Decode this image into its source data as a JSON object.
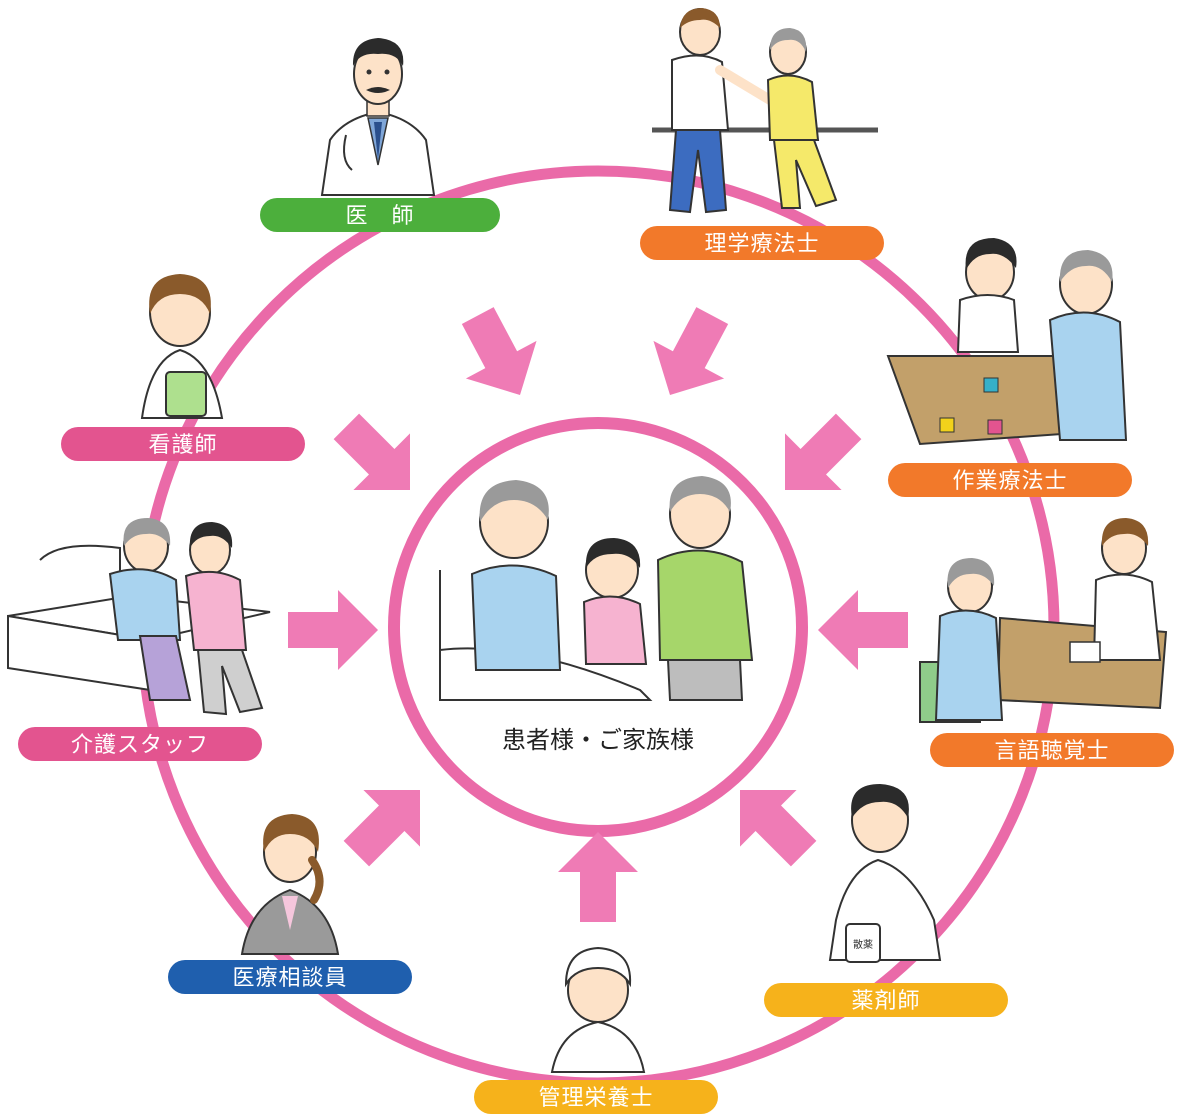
{
  "center": {
    "label": "患者様・ご家族様"
  },
  "roles": [
    {
      "id": "doctor",
      "label": "医　師",
      "color": "#4caf3c"
    },
    {
      "id": "physical-therapist",
      "label": "理学療法士",
      "color": "#f2792a"
    },
    {
      "id": "occupational-therapist",
      "label": "作業療法士",
      "color": "#f2792a"
    },
    {
      "id": "speech-therapist",
      "label": "言語聴覚士",
      "color": "#f2792a"
    },
    {
      "id": "pharmacist",
      "label": "薬剤師",
      "color": "#f6b21b"
    },
    {
      "id": "dietitian",
      "label": "管理栄養士",
      "color": "#f6b21b"
    },
    {
      "id": "social-worker",
      "label": "医療相談員",
      "color": "#1f5fae"
    },
    {
      "id": "care-staff",
      "label": "介護スタッフ",
      "color": "#e3548f"
    },
    {
      "id": "nurse",
      "label": "看護師",
      "color": "#e3548f"
    }
  ],
  "colors": {
    "ring": "#ea6aa8",
    "arrow": "#ef7bb5",
    "skin": "#fde2c8",
    "hair_dark": "#2b2b2b",
    "hair_brown": "#8a5a2b",
    "hair_grey": "#9a9a9a"
  },
  "icons": [
    "doctor-figure",
    "therapist-figure",
    "nurse-figure",
    "patient-family-figure"
  ],
  "pharmacist_bottle_label": "散薬"
}
